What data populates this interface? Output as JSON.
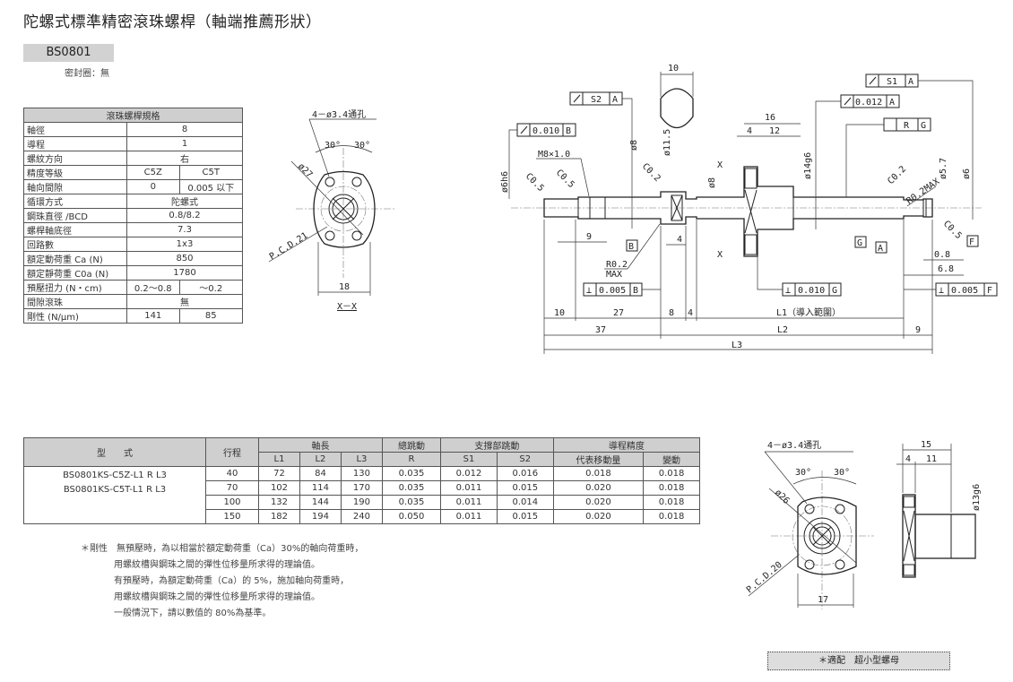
{
  "title": "陀螺式標準精密滾珠螺桿（軸端推薦形狀）",
  "model": "BS0801",
  "seal": "密封圈：無",
  "spec_table": {
    "header": "滾珠螺桿規格",
    "rows": [
      {
        "label": "軸徑",
        "values": [
          "8"
        ]
      },
      {
        "label": "導程",
        "values": [
          "1"
        ]
      },
      {
        "label": "螺紋方向",
        "values": [
          "右"
        ]
      },
      {
        "label": "精度等級",
        "values": [
          "C5Z",
          "C5T"
        ]
      },
      {
        "label": "軸向間隙",
        "values": [
          "0",
          "0.005 以下"
        ]
      },
      {
        "label": "循環方式",
        "values": [
          "陀螺式"
        ]
      },
      {
        "label": "鋼珠直徑 /BCD",
        "values": [
          "0.8/8.2"
        ]
      },
      {
        "label": "螺桿軸底徑",
        "values": [
          "7.3"
        ]
      },
      {
        "label": "回路數",
        "values": [
          "1x3"
        ]
      },
      {
        "label": "額定動荷重 Ca (N)",
        "values": [
          "850"
        ]
      },
      {
        "label": "額定靜荷重 C0a (N)",
        "values": [
          "1780"
        ]
      },
      {
        "label": "預壓扭力 (N・cm)",
        "values": [
          "0.2～0.8",
          "～0.2"
        ]
      },
      {
        "label": "間隙滾珠",
        "values": [
          "無"
        ]
      },
      {
        "label": "剛性 (N/μm)",
        "values": [
          "141",
          "85"
        ]
      }
    ]
  },
  "length_table": {
    "h_model": "型　　式",
    "h_stroke": "行程",
    "h_shaft": "軸長",
    "h_runout": "總跳動",
    "h_support": "支撐部跳動",
    "h_lead": "導程精度",
    "sub": [
      "L1",
      "L2",
      "L3",
      "R",
      "S1",
      "S2",
      "代表移動量",
      "變動"
    ],
    "models": [
      "BS0801KS-C5Z-L1 R L3",
      "BS0801KS-C5T-L1 R L3"
    ],
    "rows": [
      [
        "40",
        "72",
        "84",
        "130",
        "0.035",
        "0.012",
        "0.016",
        "0.018",
        "0.018"
      ],
      [
        "70",
        "102",
        "114",
        "170",
        "0.035",
        "0.011",
        "0.015",
        "0.020",
        "0.018"
      ],
      [
        "100",
        "132",
        "144",
        "190",
        "0.035",
        "0.011",
        "0.014",
        "0.020",
        "0.018"
      ],
      [
        "150",
        "182",
        "194",
        "240",
        "0.050",
        "0.011",
        "0.015",
        "0.020",
        "0.018"
      ]
    ]
  },
  "notes": {
    "label": "＊剛性",
    "lines": [
      "無預壓時，為以相當於額定動荷重（Ca）30%的軸向荷重時，",
      "用螺紋槽與鋼珠之間的彈性位移量所求得的理論值。",
      "有預壓時，為額定動荷重（Ca）的 5%，施加軸向荷重時，",
      "用螺紋槽與鋼珠之間的彈性位移量所求得的理論值。",
      "一般情況下，請以數值的 80%為基準。"
    ]
  },
  "fit_note": "＊適配　超小型螺母",
  "drawing": {
    "tol_s2": "S2",
    "tol_a": "A",
    "tol_010b": "0.010",
    "tol_b": "B",
    "tol_s1": "S1",
    "tol_012a": "0.012",
    "tol_r": "R",
    "tol_g": "G",
    "perp_005b": "0.005",
    "perp_010g": "0.010",
    "perp_005f": "0.005",
    "tol_f": "F",
    "d6h6": "ø6h6",
    "m8": "M8×1.0",
    "c05a": "C0.5",
    "c05b": "C0.5",
    "c02a": "C0.2",
    "d8tol": "ø8",
    "d115": "ø11.5",
    "d8": "ø8",
    "w10": "10",
    "d14": "ø14g6",
    "d57": "ø5.7",
    "d6": "ø6",
    "c02b": "C0.2",
    "r02max": "R0.2MAX",
    "c05c": "C0.5",
    "n16": "16",
    "n4a": "4",
    "n12": "12",
    "x1": "X",
    "x2": "X",
    "n9a": "9",
    "n4b": "4",
    "r02": "R0.2",
    "max": "MAX",
    "g08": "0.8",
    "g68": "6.8",
    "n10": "10",
    "n27": "27",
    "n8": "8",
    "n4c": "4",
    "l1": "L1（導入範圍）",
    "n37": "37",
    "l2": "L2",
    "n9b": "9",
    "l3": "L3",
    "xx_holes": "4－ø3.4通孔",
    "xx_a1": "30°",
    "xx_a2": "30°",
    "xx_d": "ø27",
    "xx_pcd": "P.C.D.21",
    "xx_w": "18",
    "xx_label": "X－X",
    "nut_holes": "4－ø3.4通孔",
    "nut_a1": "30°",
    "nut_a2": "30°",
    "nut_d": "ø26",
    "nut_pcd": "P.C.D.20",
    "nut_w": "17",
    "nut_15": "15",
    "nut_4": "4",
    "nut_11": "11",
    "nut_d13": "ø13g6"
  }
}
